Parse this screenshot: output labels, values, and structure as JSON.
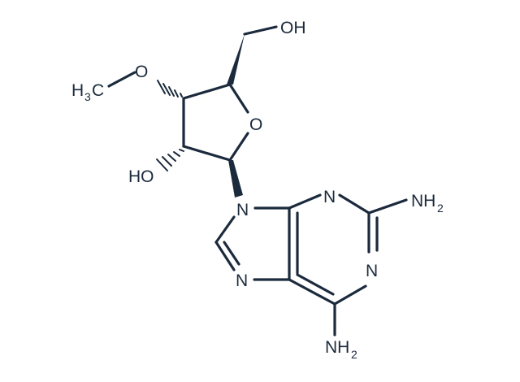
{
  "molecule": {
    "atoms": {
      "oh_top": "OH",
      "o_methoxy": "O",
      "h3c_prefix": "H",
      "h3c_sub": "3",
      "h3c_suffix": "C",
      "ring_o": "O",
      "ho_left": "HO",
      "n9": "N",
      "n3": "N",
      "n1": "N",
      "n7": "N",
      "nh2_right_main": "NH",
      "nh2_right_sub": "2",
      "nh2_bottom_main": "NH",
      "nh2_bottom_sub": "2"
    },
    "colors": {
      "ink": "#1b2a3c",
      "background": "#ffffff"
    }
  }
}
